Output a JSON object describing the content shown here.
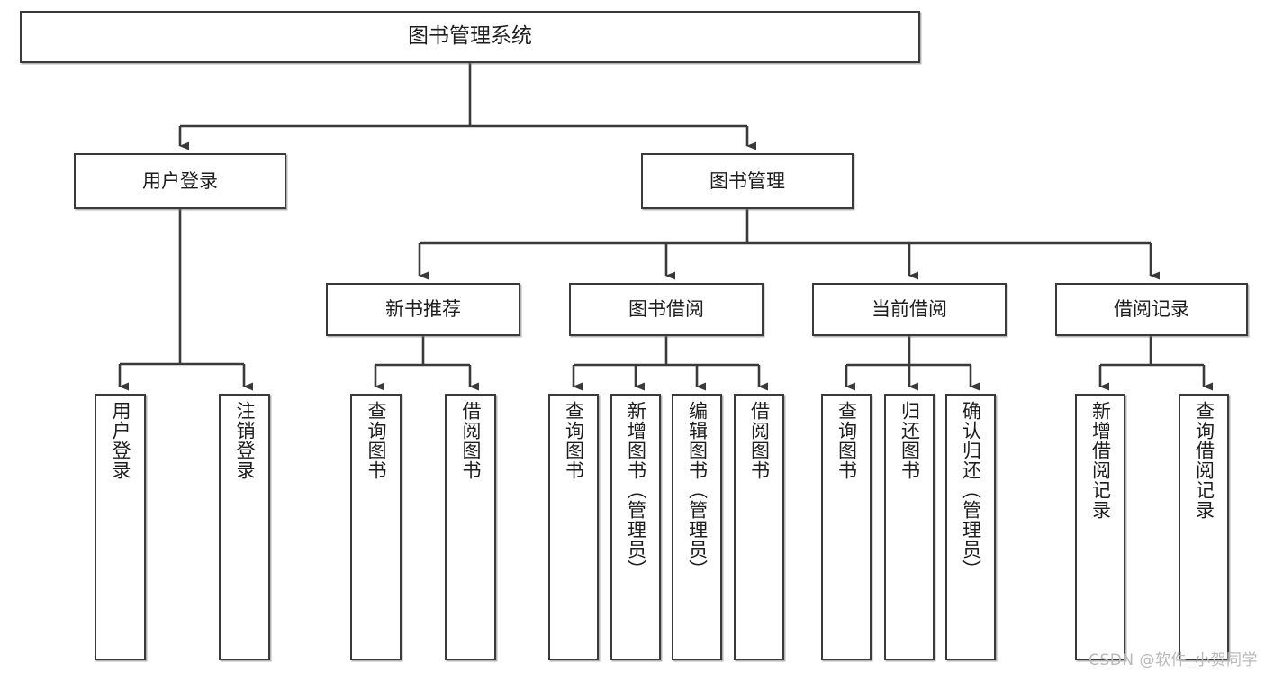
{
  "diagram": {
    "title": "图书管理系统",
    "type": "tree",
    "watermark": "CSDN @软件_小贺同学",
    "colors": {
      "stroke": "#3a3a3a",
      "fill": "#ffffff",
      "text": "#1d1d1d",
      "watermark": "#b9b9b9"
    },
    "nodes": {
      "root": {
        "label": "图书管理系统"
      },
      "level2": [
        {
          "id": "user-login",
          "label": "用户登录"
        },
        {
          "id": "book-manage",
          "label": "图书管理"
        }
      ],
      "level3": [
        {
          "id": "new-book-recommend",
          "label": "新书推荐"
        },
        {
          "id": "book-borrow",
          "label": "图书借阅"
        },
        {
          "id": "current-borrow",
          "label": "当前借阅"
        },
        {
          "id": "borrow-record",
          "label": "借阅记录"
        }
      ],
      "leaves": {
        "user_login": [
          {
            "id": "leaf-user-login",
            "label": "用户登录"
          },
          {
            "id": "leaf-logout",
            "label": "注销登录"
          }
        ],
        "new_book_recommend": [
          {
            "id": "leaf-query-book-1",
            "label": "查询图书"
          },
          {
            "id": "leaf-borrow-book-1",
            "label": "借阅图书"
          }
        ],
        "book_borrow": [
          {
            "id": "leaf-query-book-2",
            "label": "查询图书"
          },
          {
            "id": "leaf-add-book",
            "label": "新增图书（管理员）"
          },
          {
            "id": "leaf-edit-book",
            "label": "编辑图书（管理员）"
          },
          {
            "id": "leaf-borrow-book-2",
            "label": "借阅图书"
          }
        ],
        "current_borrow": [
          {
            "id": "leaf-query-book-3",
            "label": "查询图书"
          },
          {
            "id": "leaf-return-book",
            "label": "归还图书"
          },
          {
            "id": "leaf-confirm-return",
            "label": "确认归还（管理员）"
          }
        ],
        "borrow_record": [
          {
            "id": "leaf-add-record",
            "label": "新增借阅记录"
          },
          {
            "id": "leaf-query-record",
            "label": "查询借阅记录"
          }
        ]
      }
    }
  }
}
